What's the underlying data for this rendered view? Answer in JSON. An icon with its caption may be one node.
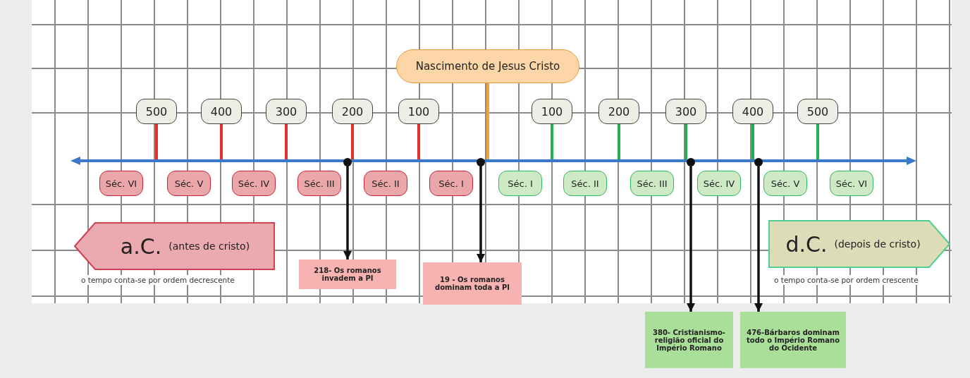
{
  "diagram": {
    "nodes": [
      {
        "text": [
          "Nascimento de Jesus Cristo"
        ]
      },
      {
        "text": [
          "500"
        ]
      },
      {
        "text": [
          "400"
        ]
      },
      {
        "text": [
          "300"
        ]
      },
      {
        "text": [
          "200"
        ]
      },
      {
        "text": [
          "100"
        ]
      },
      {
        "text": [
          "100"
        ]
      },
      {
        "text": [
          "200"
        ]
      },
      {
        "text": [
          "300"
        ]
      },
      {
        "text": [
          "400"
        ]
      },
      {
        "text": [
          "500"
        ]
      },
      {
        "text": [
          "Séc. VI"
        ]
      },
      {
        "text": [
          "Séc. V"
        ]
      },
      {
        "text": [
          "Séc. IV"
        ]
      },
      {
        "text": [
          "Séc. III"
        ]
      },
      {
        "text": [
          "Séc. II"
        ]
      },
      {
        "text": [
          "Séc. I"
        ]
      },
      {
        "text": [
          "Séc. I"
        ]
      },
      {
        "text": [
          "Séc. II"
        ]
      },
      {
        "text": [
          "Séc. III"
        ]
      },
      {
        "text": [
          "Séc. IV"
        ]
      },
      {
        "text": [
          "Séc. V"
        ]
      },
      {
        "text": [
          "Séc. VI"
        ]
      },
      {
        "text": [
          "a.C.",
          "(antes de cristo)"
        ],
        "beside": [
          "o tempo conta-se por ordem decrescente"
        ]
      },
      {
        "text": [
          "d.C.",
          "(depois de cristo)"
        ],
        "beside": [
          "o tempo conta-se por ordem crescente"
        ]
      },
      {
        "text": [
          "218- Os romanos invadem a PI"
        ]
      },
      {
        "text": [
          "19 - Os romanos dominam toda a PI"
        ]
      },
      {
        "text": [
          "380- Cristianismo- religião oficial do Império Romano"
        ]
      },
      {
        "text": [
          "476-Bárbaros dominam todo o Império Romano do Ocidente"
        ]
      },
      {
        "text": [],
        "shape": "line"
      }
    ],
    "edges": [
      {
        "from": 1,
        "to": 29,
        "arrow": "none",
        "color": "#e53030"
      },
      {
        "from": 2,
        "to": 29,
        "arrow": "none",
        "color": "#e53030"
      },
      {
        "from": 3,
        "to": 29,
        "arrow": "none",
        "color": "#e53030"
      },
      {
        "from": 4,
        "to": 29,
        "arrow": "none",
        "color": "#e53030"
      },
      {
        "from": 5,
        "to": 29,
        "arrow": "none",
        "color": "#e53030"
      },
      {
        "from": 6,
        "to": 29,
        "arrow": "none",
        "color": "#22b050"
      },
      {
        "from": 7,
        "to": 29,
        "arrow": "none",
        "color": "#22b050"
      },
      {
        "from": 8,
        "to": 29,
        "arrow": "none",
        "color": "#22b050"
      },
      {
        "from": 9,
        "to": 29,
        "arrow": "none",
        "color": "#22b050"
      },
      {
        "from": 10,
        "to": 29,
        "arrow": "none",
        "color": "#22b050"
      },
      {
        "from": 0,
        "to": 29,
        "arrow": "none",
        "color": "#f5a040"
      },
      {
        "from": 29,
        "to": 25,
        "arrow": "to",
        "color": "#111111"
      },
      {
        "from": 29,
        "to": 26,
        "arrow": "to",
        "color": "#111111"
      },
      {
        "from": 29,
        "to": 27,
        "arrow": "to",
        "color": "#111111"
      },
      {
        "from": 29,
        "to": 28,
        "arrow": "to",
        "color": "#111111"
      }
    ]
  }
}
